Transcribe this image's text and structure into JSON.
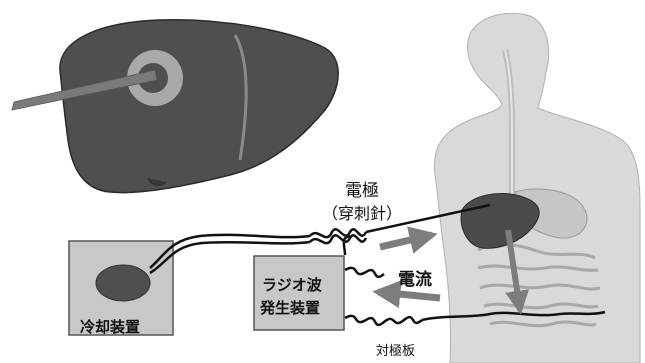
{
  "labels": {
    "electrode": "電極",
    "electrode_sub": "（穿刺針）",
    "current": "電流",
    "rf_generator_line1": "ラジオ波",
    "rf_generator_line2": "発生装置",
    "cooling_device": "冷却装置",
    "ground_plate": "対極板"
  },
  "colors": {
    "liver": "#4f4f4f",
    "liver_dark": "#3a3a3a",
    "ablation_zone": "#a9a9a9",
    "needle": "#7a7a7a",
    "body": "#d9d9d9",
    "box": "#c8c8c8",
    "arrow": "#7d7d7d",
    "cable": "#111111"
  }
}
